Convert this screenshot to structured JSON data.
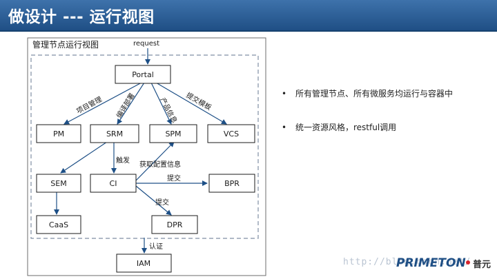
{
  "slide": {
    "title": "做设计 --- 运行视图"
  },
  "diagram": {
    "frame_label": "管理节点运行视图",
    "nodes": {
      "portal": "Portal",
      "pm": "PM",
      "srm": "SRM",
      "spm": "SPM",
      "vcs": "VCS",
      "sem": "SEM",
      "ci": "CI",
      "bpr": "BPR",
      "caas": "CaaS",
      "dpr": "DPR",
      "iam": "IAM"
    },
    "edge_labels": {
      "request": "request",
      "project_mgmt": "项目管理",
      "compile_deploy": "编译部署",
      "product_info": "产品信息",
      "submit_template": "提交模板",
      "trigger": "触发",
      "get_config": "获取配置信息",
      "submit_bpr": "提交",
      "submit_dpr": "提交",
      "auth": "认证"
    }
  },
  "bullets": [
    {
      "marker": "•",
      "text": "所有管理节点、所有微服务均运行与容器中"
    },
    {
      "marker": "•",
      "text": "统一资源风格，restful调用"
    }
  ],
  "watermark": "http://blog.csdn.net/",
  "logo": {
    "word": "PRIMETON",
    "cn": "普元"
  },
  "colors": {
    "title_bar": "#2b5d96",
    "edge": "#1d4f86",
    "frame_dash": "#7f8ea3",
    "brand_red": "#d6242c"
  }
}
